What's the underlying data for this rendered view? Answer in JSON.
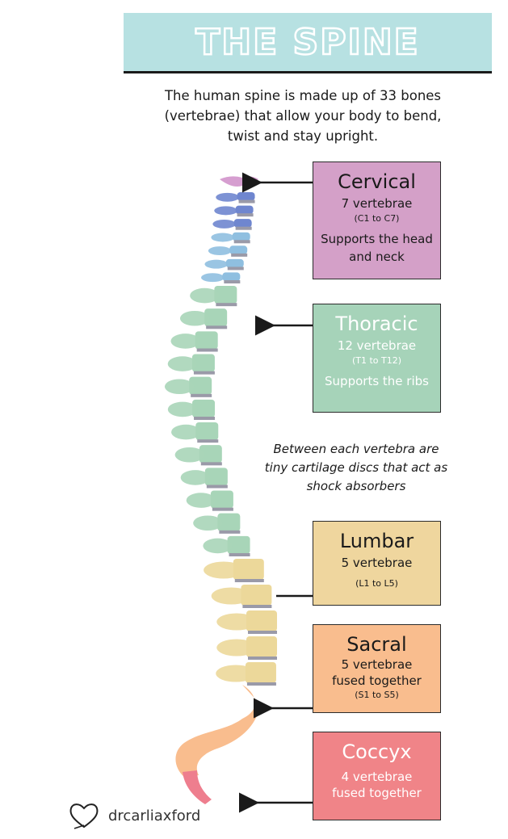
{
  "header": {
    "title": "THE SPINE"
  },
  "intro": "The human spine is made up of 33 bones (vertebrae) that allow your body to bend, twist and stay upright.",
  "sections": {
    "cervical": {
      "name": "Cervical",
      "count": "7 vertebrae",
      "range": "(C1 to C7)",
      "desc": "Supports the head and neck",
      "color": "#d4a0c8",
      "spine_color": "#8fbfe0"
    },
    "thoracic": {
      "name": "Thoracic",
      "count": "12 vertebrae",
      "range": "(T1 to T12)",
      "desc": "Supports the ribs",
      "color": "#a6d3b9",
      "spine_color": "#a8d5b8"
    },
    "lumbar": {
      "name": "Lumbar",
      "count": "5 vertebrae",
      "range": "(L1 to L5)",
      "color": "#efd69e",
      "spine_color": "#ecd89a"
    },
    "sacral": {
      "name": "Sacral",
      "count": "5 vertebrae",
      "desc": "fused together",
      "range": "(S1 to S5)",
      "color": "#f9bd8e",
      "spine_color": "#f7b98a"
    },
    "coccyx": {
      "name": "Coccyx",
      "count": "4 vertebrae",
      "desc": "fused together",
      "color": "#f08488",
      "spine_color": "#ee7e8e"
    }
  },
  "note": "Between each vertebra are tiny cartilage discs that act as shock absorbers",
  "brand": {
    "name": "drcarliaxford",
    "icon": "heart-icon"
  }
}
